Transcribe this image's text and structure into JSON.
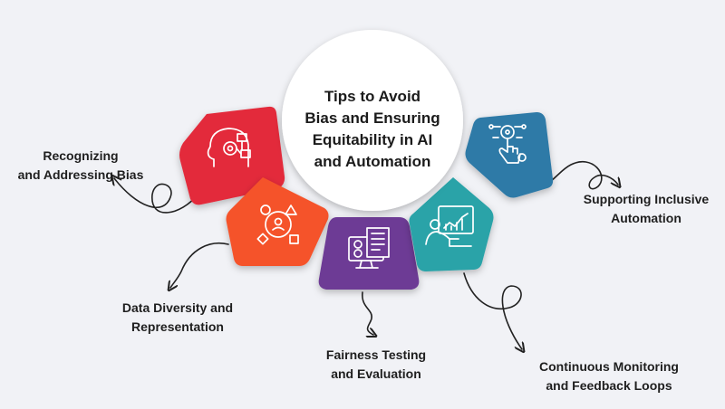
{
  "center": {
    "lines": [
      "Tips to Avoid",
      "Bias and Ensuring",
      "Equitability in AI",
      "and Automation"
    ]
  },
  "items": [
    {
      "lines": [
        "Recognizing",
        "and Addressing Bias"
      ],
      "color": "#e32b3a",
      "icon": "head-gears-icon"
    },
    {
      "lines": [
        "Data Diversity and",
        "Representation"
      ],
      "color": "#f5522b",
      "icon": "shapes-network-icon"
    },
    {
      "lines": [
        "Fairness Testing",
        "and Evaluation"
      ],
      "color": "#6d3a95",
      "icon": "monitor-checklist-icon"
    },
    {
      "lines": [
        "Continuous Monitoring",
        "and Feedback Loops"
      ],
      "color": "#2aa3a8",
      "icon": "analytics-person-icon"
    },
    {
      "lines": [
        "Supporting Inclusive",
        "Automation"
      ],
      "color": "#2e7aa7",
      "icon": "hand-touch-icon"
    }
  ]
}
